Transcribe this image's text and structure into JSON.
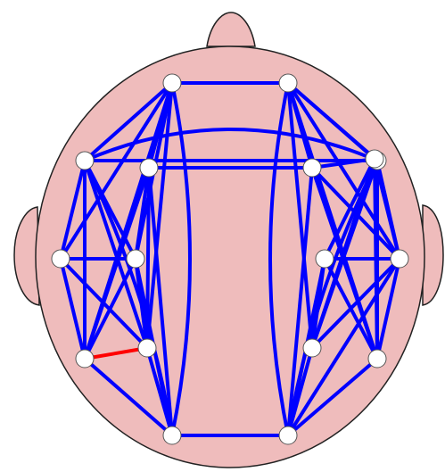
{
  "colors": {
    "scalp_fill": "#efbcbc",
    "scalp_outline": "#222222",
    "background": "#ffffff",
    "edge_default": "#0000ff",
    "edge_highlight": "#ff0000",
    "node_fill": "#ffffff"
  },
  "head": {
    "parts": [
      "nose",
      "left-ear",
      "right-ear",
      "scalp"
    ]
  },
  "nodes": [
    {
      "id": "n1"
    },
    {
      "id": "n2"
    },
    {
      "id": "n3"
    },
    {
      "id": "n4"
    },
    {
      "id": "n5"
    },
    {
      "id": "n6"
    },
    {
      "id": "n7"
    },
    {
      "id": "n8"
    },
    {
      "id": "n9"
    },
    {
      "id": "n10"
    },
    {
      "id": "n11"
    },
    {
      "id": "n12"
    },
    {
      "id": "n13"
    },
    {
      "id": "n14"
    },
    {
      "id": "n15"
    },
    {
      "id": "n16"
    },
    {
      "id": "n17"
    },
    {
      "id": "n18"
    }
  ],
  "edges": [
    {
      "from": "n1",
      "to": "n2",
      "color": "blue"
    },
    {
      "from": "n1",
      "to": "n3",
      "color": "blue"
    },
    {
      "from": "n1",
      "to": "n4",
      "color": "blue"
    },
    {
      "from": "n1",
      "to": "n7",
      "color": "blue"
    },
    {
      "from": "n1",
      "to": "n8",
      "color": "blue"
    },
    {
      "from": "n1",
      "to": "n12",
      "color": "blue"
    },
    {
      "from": "n1",
      "to": "n13",
      "color": "blue"
    },
    {
      "from": "n1",
      "to": "n17",
      "color": "blue"
    },
    {
      "from": "n2",
      "to": "n5",
      "color": "blue"
    },
    {
      "from": "n2",
      "to": "n6",
      "color": "blue"
    },
    {
      "from": "n2",
      "to": "n10",
      "color": "blue"
    },
    {
      "from": "n2",
      "to": "n11",
      "color": "blue"
    },
    {
      "from": "n2",
      "to": "n15",
      "color": "blue"
    },
    {
      "from": "n2",
      "to": "n16",
      "color": "blue"
    },
    {
      "from": "n2",
      "to": "n18",
      "color": "blue"
    },
    {
      "from": "n3",
      "to": "n6",
      "color": "blue"
    },
    {
      "from": "n3",
      "to": "n7",
      "color": "blue"
    },
    {
      "from": "n3",
      "to": "n8",
      "color": "blue"
    },
    {
      "from": "n3",
      "to": "n12",
      "color": "blue"
    },
    {
      "from": "n3",
      "to": "n13",
      "color": "blue"
    },
    {
      "from": "n4",
      "to": "n5",
      "color": "blue"
    },
    {
      "from": "n4",
      "to": "n8",
      "color": "blue"
    },
    {
      "from": "n4",
      "to": "n12",
      "color": "blue"
    },
    {
      "from": "n4",
      "to": "n13",
      "color": "blue"
    },
    {
      "from": "n4",
      "to": "n17",
      "color": "blue"
    },
    {
      "from": "n5",
      "to": "n10",
      "color": "blue"
    },
    {
      "from": "n5",
      "to": "n11",
      "color": "blue"
    },
    {
      "from": "n5",
      "to": "n16",
      "color": "blue"
    },
    {
      "from": "n5",
      "to": "n18",
      "color": "blue"
    },
    {
      "from": "n6",
      "to": "n10",
      "color": "blue"
    },
    {
      "from": "n6",
      "to": "n11",
      "color": "blue"
    },
    {
      "from": "n6",
      "to": "n15",
      "color": "blue"
    },
    {
      "from": "n6",
      "to": "n16",
      "color": "blue"
    },
    {
      "from": "n7",
      "to": "n8",
      "color": "blue"
    },
    {
      "from": "n7",
      "to": "n12",
      "color": "blue"
    },
    {
      "from": "n7",
      "to": "n13",
      "color": "blue"
    },
    {
      "from": "n8",
      "to": "n12",
      "color": "blue"
    },
    {
      "from": "n8",
      "to": "n13",
      "color": "blue"
    },
    {
      "from": "n8",
      "to": "n17",
      "color": "blue"
    },
    {
      "from": "n9",
      "to": "n10",
      "color": "blue"
    },
    {
      "from": "n9",
      "to": "n11",
      "color": "blue"
    },
    {
      "from": "n9",
      "to": "n15",
      "color": "blue"
    },
    {
      "from": "n9",
      "to": "n16",
      "color": "blue"
    },
    {
      "from": "n9",
      "to": "n18",
      "color": "blue"
    },
    {
      "from": "n10",
      "to": "n11",
      "color": "blue"
    },
    {
      "from": "n10",
      "to": "n15",
      "color": "blue"
    },
    {
      "from": "n10",
      "to": "n16",
      "color": "blue"
    },
    {
      "from": "n10",
      "to": "n18",
      "color": "blue"
    },
    {
      "from": "n11",
      "to": "n15",
      "color": "blue"
    },
    {
      "from": "n11",
      "to": "n16",
      "color": "blue"
    },
    {
      "from": "n12",
      "to": "n13",
      "color": "red"
    },
    {
      "from": "n12",
      "to": "n17",
      "color": "blue"
    },
    {
      "from": "n13",
      "to": "n17",
      "color": "blue"
    },
    {
      "from": "n15",
      "to": "n18",
      "color": "blue"
    },
    {
      "from": "n16",
      "to": "n18",
      "color": "blue"
    },
    {
      "from": "n17",
      "to": "n18",
      "color": "blue"
    },
    {
      "from": "n6",
      "to": "n18",
      "color": "blue"
    },
    {
      "from": "n3",
      "to": "n17",
      "color": "blue"
    }
  ]
}
